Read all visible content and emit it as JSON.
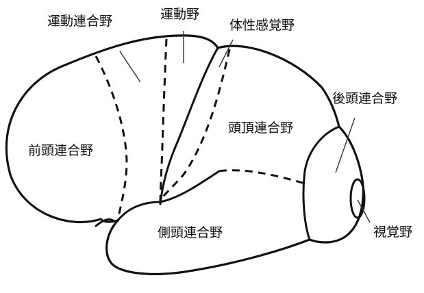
{
  "diagram": {
    "labels": {
      "motor_association": "運動連合野",
      "motor": "運動野",
      "somatosensory": "体性感覚野",
      "prefrontal": "前頭連合野",
      "parietal": "頭頂連合野",
      "posterior_association": "後頭連合野",
      "temporal": "側頭連合野",
      "visual": "視覚野"
    },
    "colors": {
      "stroke": "#111111",
      "background": "#ffffff"
    }
  }
}
